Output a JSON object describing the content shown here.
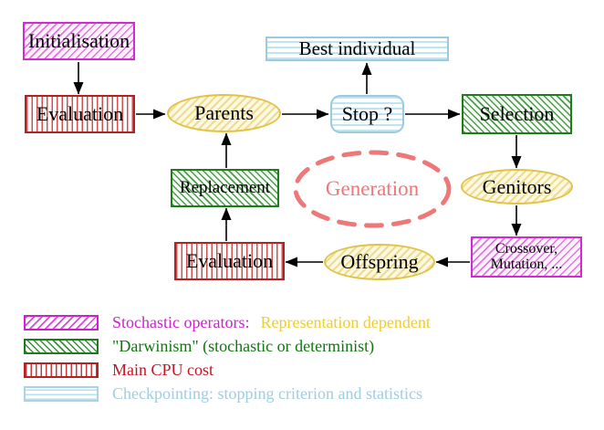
{
  "diagram": {
    "title_semantic": "Evolutionary algorithm generation loop",
    "nodes": {
      "initialisation": {
        "label": "Initialisation",
        "style": "magenta-diagonal-hatch"
      },
      "evaluation_top": {
        "label": "Evaluation",
        "style": "red-vertical-stripes"
      },
      "parents": {
        "label": "Parents",
        "style": "yellow-ellipse"
      },
      "best_individual": {
        "label": "Best individual",
        "style": "cyan-horizontal-stripes"
      },
      "stop": {
        "label": "Stop ?",
        "style": "cyan-horizontal-stripes-rounded"
      },
      "selection": {
        "label": "Selection",
        "style": "green-diagonal-hatch"
      },
      "replacement": {
        "label": "Replacement",
        "style": "green-diagonal-hatch"
      },
      "generation": {
        "label": "Generation",
        "style": "salmon-dashed-ellipse"
      },
      "genitors": {
        "label": "Genitors",
        "style": "yellow-ellipse"
      },
      "crossover_mutation": {
        "label": "Crossover,\nMutation, ...",
        "style": "magenta-diagonal-hatch"
      },
      "offspring": {
        "label": "Offspring",
        "style": "yellow-ellipse"
      },
      "evaluation_bottom": {
        "label": "Evaluation",
        "style": "red-vertical-stripes"
      }
    },
    "edges": [
      {
        "from": "initialisation",
        "to": "evaluation_top"
      },
      {
        "from": "evaluation_top",
        "to": "parents"
      },
      {
        "from": "parents",
        "to": "stop"
      },
      {
        "from": "stop",
        "to": "best_individual"
      },
      {
        "from": "stop",
        "to": "selection"
      },
      {
        "from": "selection",
        "to": "genitors"
      },
      {
        "from": "genitors",
        "to": "crossover_mutation"
      },
      {
        "from": "crossover_mutation",
        "to": "offspring"
      },
      {
        "from": "offspring",
        "to": "evaluation_bottom"
      },
      {
        "from": "evaluation_bottom",
        "to": "replacement"
      },
      {
        "from": "replacement",
        "to": "parents"
      }
    ],
    "colors": {
      "magenta": "#d02ad0",
      "dark_green": "#1e7b1e",
      "dark_red": "#b22222",
      "light_blue": "#a0cfe2",
      "yellow": "#e2c246",
      "salmon": "#ee7777",
      "arrow_black": "#000000"
    }
  },
  "legend": {
    "items": [
      {
        "label": "Stochastic operators:",
        "label2": "Representation dependent"
      },
      {
        "label": "\"Darwinism\" (stochastic or determinist)",
        "label2": ""
      },
      {
        "label": "Main CPU cost",
        "label2": ""
      },
      {
        "label": "Checkpointing: stopping criterion and statistics",
        "label2": ""
      }
    ]
  }
}
